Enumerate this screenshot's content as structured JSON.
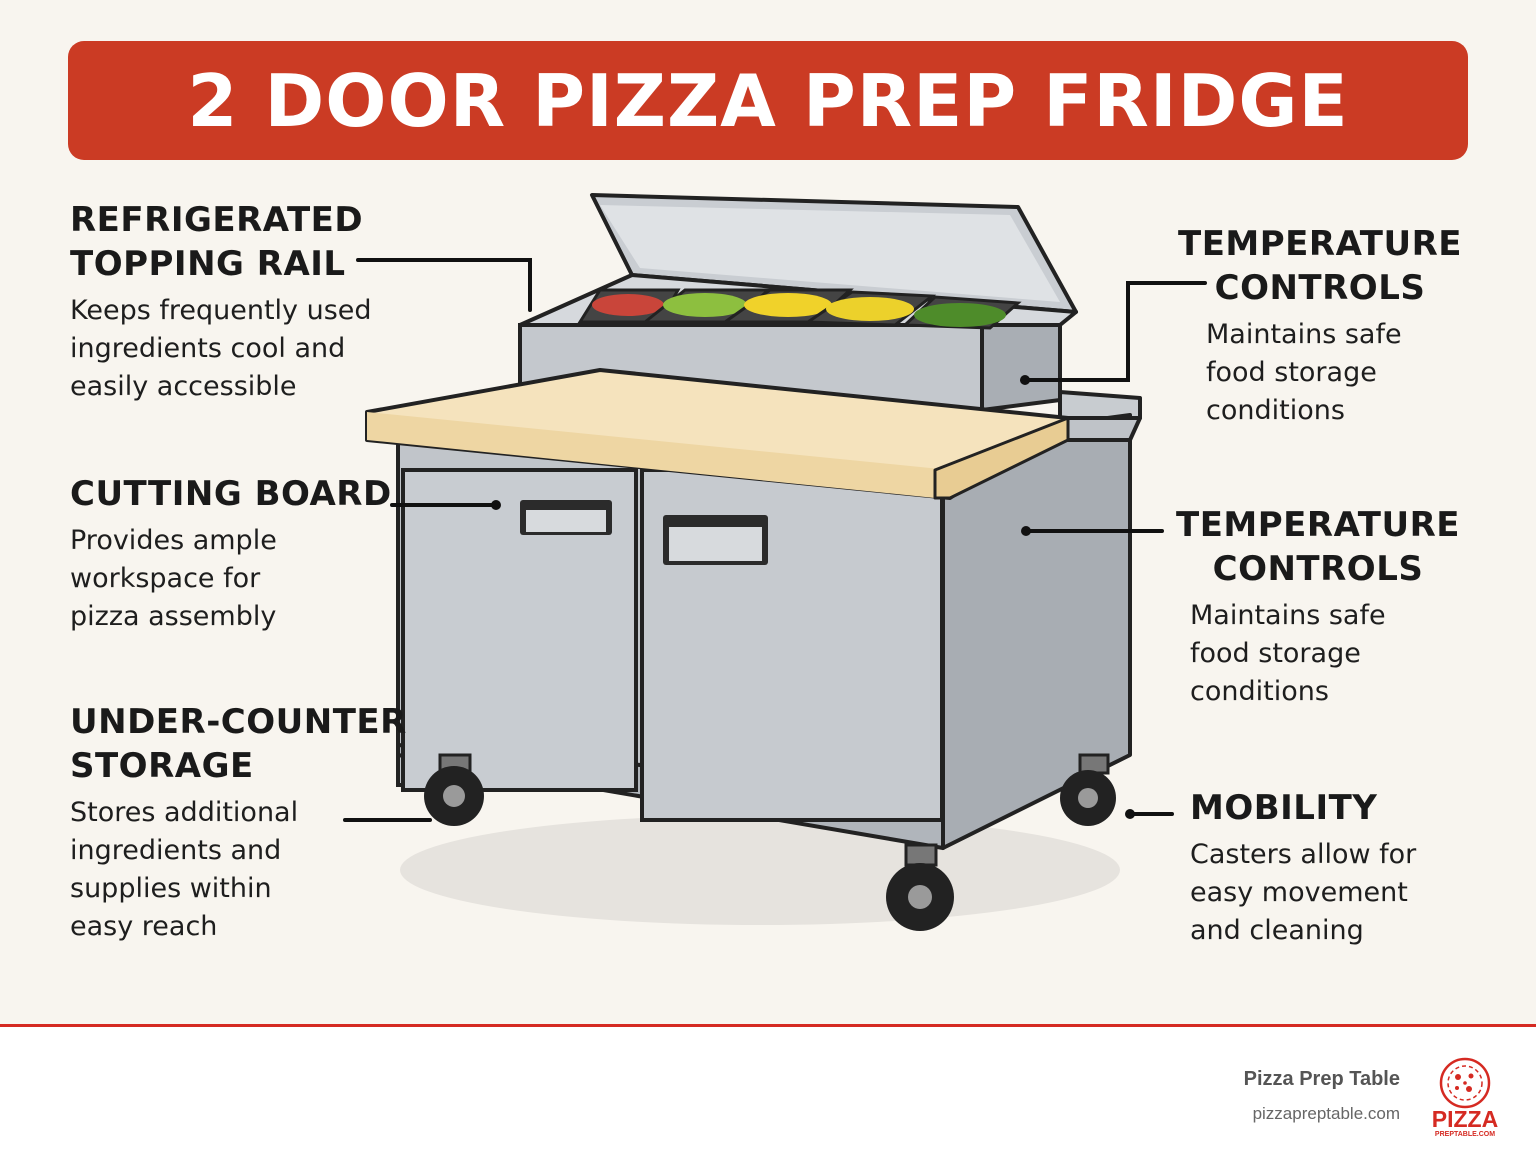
{
  "title": "2 DOOR PIZZA PREP FRIDGE",
  "callouts": {
    "topping_rail": {
      "heading_line1": "REFRIGERATED",
      "heading_line2": "TOPPING RAIL",
      "desc_line1": "Keeps frequently used",
      "desc_line2": "ingredients cool and",
      "desc_line3": "easily accessible"
    },
    "cutting_board": {
      "heading": "CUTTING BOARD",
      "desc_line1": "Provides ample",
      "desc_line2": "workspace for",
      "desc_line3": "pizza assembly"
    },
    "storage": {
      "heading_line1": "UNDER-COUNTER",
      "heading_line2": "STORAGE",
      "desc_line1": "Stores additional",
      "desc_line2": "ingredients and",
      "desc_line3": "supplies within",
      "desc_line4": "easy reach"
    },
    "temp_controls_top": {
      "heading_line1": "TEMPERATURE",
      "heading_line2": "CONTROLS",
      "desc_line1": "Maintains safe",
      "desc_line2": "food storage",
      "desc_line3": "conditions"
    },
    "temp_controls_mid": {
      "heading_line1": "TEMPERATURE",
      "heading_line2": "CONTROLS",
      "desc_line1": "Maintains safe",
      "desc_line2": "food storage",
      "desc_line3": "conditions"
    },
    "mobility": {
      "heading": "MOBILITY",
      "desc_line1": "Casters allow for",
      "desc_line2": "easy movement",
      "desc_line3": "and cleaning"
    }
  },
  "footer": {
    "brand_name": "Pizza Prep Table",
    "brand_url": "pizzapreptable.com",
    "logo_word": "PIZZA",
    "logo_sub": "PREPTABLE.COM"
  },
  "colors": {
    "banner": "#cb3b24",
    "background": "#f8f5ef",
    "steel": "#b9bec4",
    "board": "#f5e3bd",
    "accent_red": "#d52a22"
  },
  "icons": [
    "pizza-logo-icon"
  ]
}
